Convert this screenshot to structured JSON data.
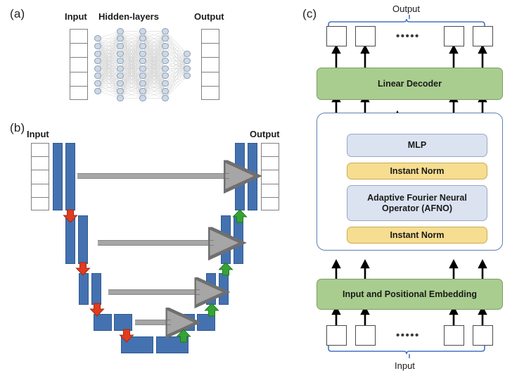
{
  "figure": {
    "title": "Neural network architecture schematics",
    "background_color": "#ffffff",
    "panels": [
      "(a)",
      "(b)",
      "(c)"
    ]
  },
  "panel_a": {
    "label": "(a)",
    "name": "fully-connected-network",
    "captions": {
      "input": "Input",
      "hidden": "Hidden-layers",
      "output": "Output"
    },
    "input_cells": 5,
    "output_cells": 5,
    "hidden_layer_node_counts": [
      8,
      10,
      10,
      10,
      4
    ],
    "colors": {
      "node_fill": "#ccd9e8",
      "node_stroke": "#8d9fb4",
      "edge": "#d6d6d6",
      "cell_stroke": "#808080"
    }
  },
  "panel_b": {
    "label": "(b)",
    "name": "unet-architecture",
    "captions": {
      "input": "Input",
      "output": "Output"
    },
    "input_cells": 5,
    "output_cells": 5,
    "levels": 5,
    "down_arrows": 4,
    "up_arrows": 4,
    "skip_connections": 4,
    "colors": {
      "bar": "#4472b0",
      "bar_stroke": "#2f5a90",
      "down_arrow": "#e03c1f",
      "up_arrow": "#36a335",
      "skip_arrow": "#a6a6a6",
      "skip_arrow_stroke": "#6f6f6f"
    }
  },
  "panel_c": {
    "label": "(c)",
    "name": "afno-transformer-architecture",
    "output_label": "Output",
    "input_label": "Input",
    "dots": "•••••",
    "token_count_visible": 4,
    "blocks": {
      "linear_decoder": "Linear Decoder",
      "mlp": "MLP",
      "instant_norm_upper": "Instant Norm",
      "afno": "Adaptive Fourier Neural Operator (AFNO)",
      "afno_line1": "Adaptive Fourier Neural",
      "afno_line2": "Operator (AFNO)",
      "instant_norm_lower": "Instant Norm",
      "input_embedding": "Input and Positional Embedding"
    },
    "internal_arrow_count": 7,
    "colors": {
      "green": "#a9cd8f",
      "green_stroke": "#7b9e66",
      "light_blue": "#dbe2f0",
      "light_blue_stroke": "#9aa8c6",
      "yellow": "#f6dd8f",
      "yellow_stroke": "#cbab55",
      "outer_border": "#5f7fb5",
      "brace": "#4472c4",
      "arrow": "#000000",
      "token_stroke": "#4a4a4a"
    }
  }
}
